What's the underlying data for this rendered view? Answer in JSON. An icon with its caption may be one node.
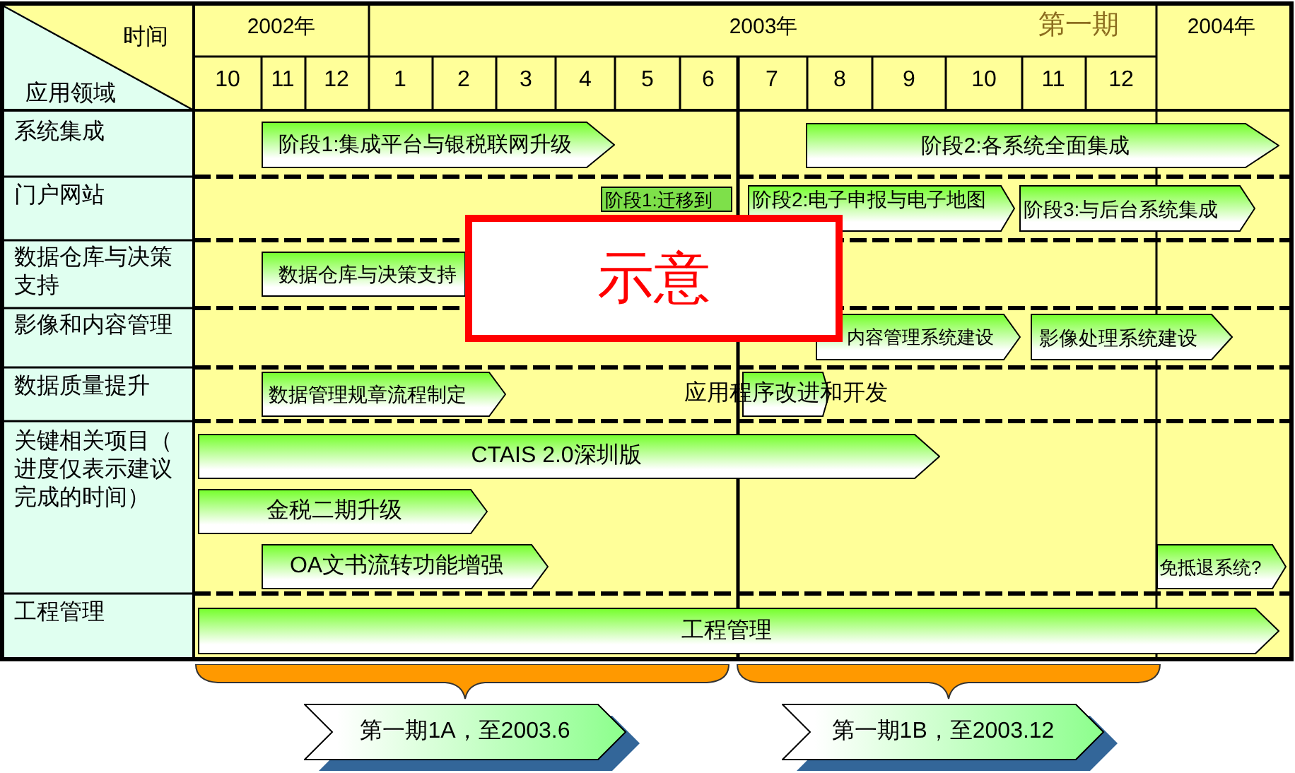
{
  "diagram": {
    "nodes": [
      {
        "text": [
          "阶段1:集成平台与银税联网升级"
        ]
      },
      {
        "text": [
          "阶段2:各系统全面集成"
        ]
      },
      {
        "text": [
          "阶段1:迁移到"
        ]
      },
      {
        "text": [
          "阶段2:电子申报与电子地图"
        ]
      },
      {
        "text": [
          "阶段3:与后台系统集成"
        ]
      },
      {
        "text": [
          "示意"
        ]
      },
      {
        "text": [
          "数据仓库与决策支持"
        ]
      },
      {
        "text": [
          "内容管理系统建设"
        ]
      },
      {
        "text": [
          "影像处理系统建设"
        ]
      },
      {
        "text": [
          "数据管理规章流程制定"
        ]
      },
      {
        "text": [],
        "shape": "bar"
      },
      {
        "text": [
          "CTAIS 2.0深圳版"
        ]
      },
      {
        "text": [
          "金税二期升级"
        ]
      },
      {
        "text": [
          "OA文书流转功能增强"
        ]
      },
      {
        "text": [
          "免抵退系统?"
        ]
      },
      {
        "text": [
          "工程管理"
        ]
      },
      {
        "text": [],
        "shape": "brace"
      },
      {
        "text": [],
        "shape": "brace"
      },
      {
        "text": [
          "第一期1A，至2003.6"
        ]
      },
      {
        "text": [
          "第一期1B，至2003.12"
        ]
      }
    ],
    "labels": [
      "时间",
      "应用领域",
      "2002年",
      "2003年",
      "第一期",
      "2004年",
      "10",
      "11",
      "12",
      "1",
      "2",
      "3",
      "4",
      "5",
      "6",
      "7",
      "8",
      "9",
      "10",
      "11",
      "12",
      "系统集成",
      "门户网站",
      "数据仓库与决策支持",
      "影像和内容管理",
      "数据质量提升",
      "应用程序改进和开发",
      "关键相关项目（进度仅表示建议完成的时间）",
      "工程管理"
    ]
  }
}
